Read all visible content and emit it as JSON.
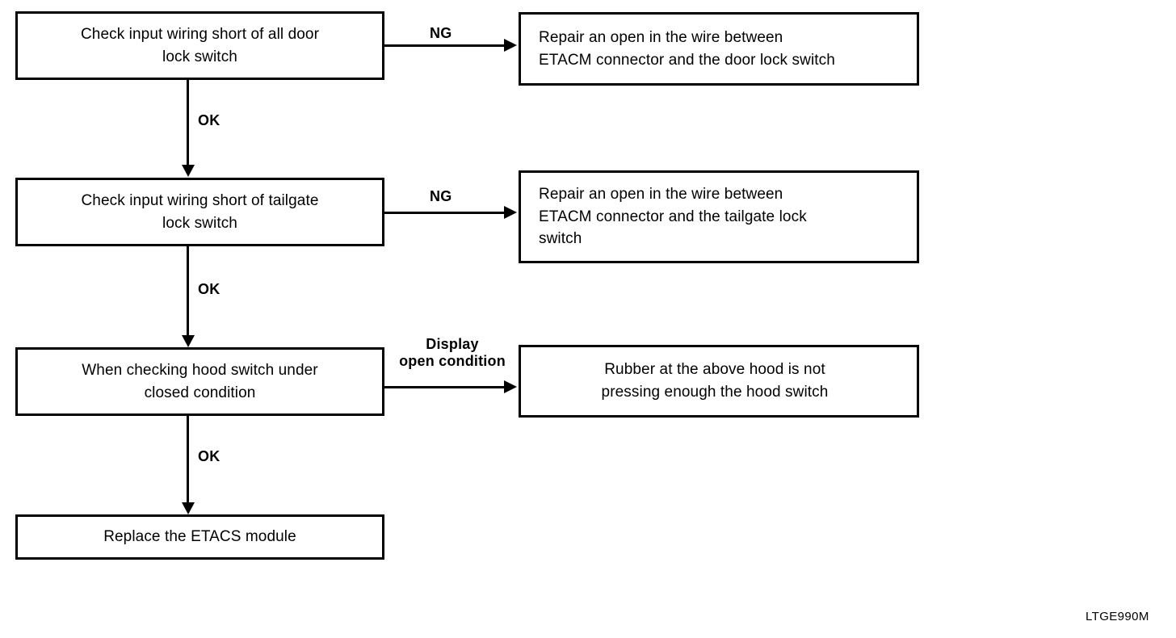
{
  "diagram": {
    "title_code": "LTGE990M",
    "colors": {
      "line": "#000000",
      "background": "#ffffff",
      "text": "#000000"
    },
    "nodes": {
      "check_door_lock": "Check input wiring short of all door\nlock switch",
      "repair_door_lock": "Repair an open in the wire between\nETACM connector and the door lock switch",
      "check_tailgate_lock": "Check input wiring short of tailgate\nlock switch",
      "repair_tailgate_lock": "Repair an open in the wire between\nETACM connector and the tailgate lock\nswitch",
      "check_hood_switch": "When checking hood switch under\nclosed condition",
      "rubber_hood": "Rubber at the above hood is not\npressing enough the hood switch",
      "replace_etacs": "Replace the ETACS module"
    },
    "edges": {
      "ng_1": "NG",
      "ok_1": "OK",
      "ng_2": "NG",
      "ok_2": "OK",
      "display_open": "Display\nopen condition",
      "ok_3": "OK"
    }
  }
}
